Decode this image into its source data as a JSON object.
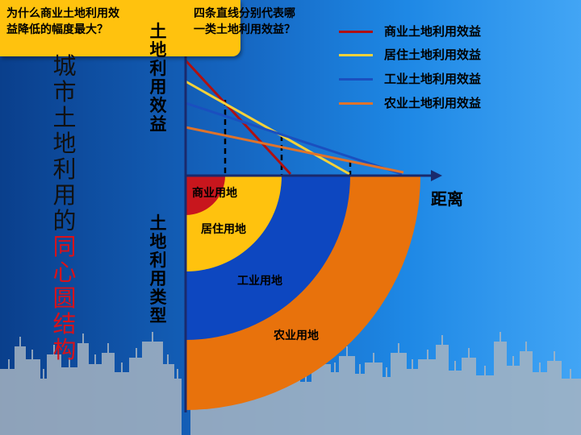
{
  "questions": {
    "q1": "为什么商业土地利用效\n益降低的幅度最大？",
    "q2": "四条直线分别代表哪\n一类土地利用效益？"
  },
  "title": {
    "chars": [
      "城",
      "市",
      "土",
      "地",
      "利",
      "用",
      "的"
    ],
    "highlight_chars": [
      "同",
      "心",
      "圆",
      "结",
      "构"
    ]
  },
  "axis": {
    "y_label_chars": [
      "土",
      "地",
      "利",
      "用",
      "效",
      "益"
    ],
    "type_label_chars": [
      "土",
      "地",
      "利",
      "用",
      "类",
      "型"
    ],
    "x_label": "距离"
  },
  "legend": [
    {
      "label": "商业土地利用效益",
      "color": "#b01010"
    },
    {
      "label": "居住土地利用效益",
      "color": "#f5d23a"
    },
    {
      "label": "工业土地利用效益",
      "color": "#1a4fbf"
    },
    {
      "label": "农业土地利用效益",
      "color": "#e0732a"
    }
  ],
  "zones": [
    {
      "label": "商业用地",
      "color": "#c8161d"
    },
    {
      "label": "居住用地",
      "color": "#ffc20e"
    },
    {
      "label": "工业用地",
      "color": "#0d47c0"
    },
    {
      "label": "农业用地",
      "color": "#e8720c"
    }
  ],
  "colors": {
    "axis": "#1a2a6c",
    "building": "#9aa8b6",
    "dash": "#000000"
  },
  "icons": [
    "skyline-buildings"
  ]
}
